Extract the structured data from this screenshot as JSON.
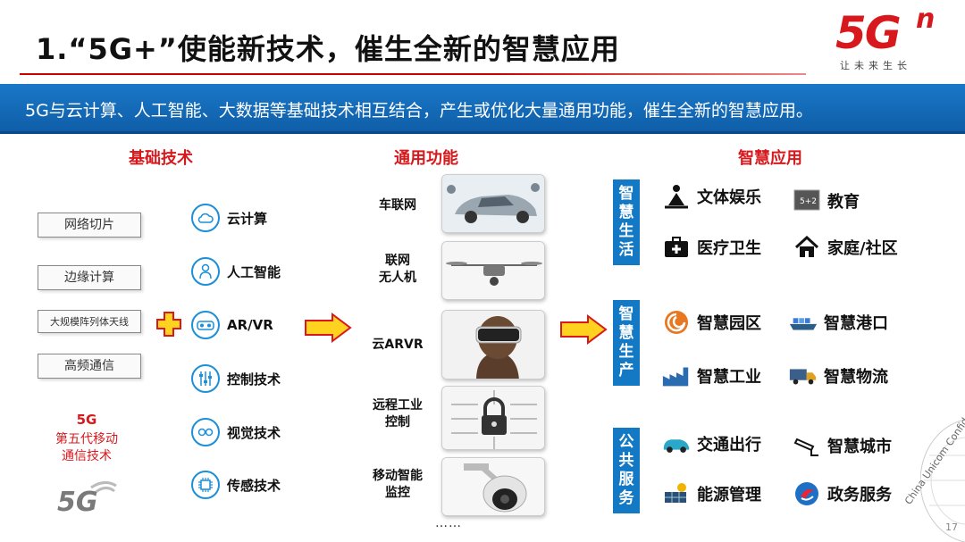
{
  "header": {
    "title": "1.“5G+”使能新技术，催生全新的智慧应用",
    "logo_main": "5G",
    "logo_sup": "n",
    "logo_slogan": "让未来生长"
  },
  "banner": {
    "text": "5G与云计算、人工智能、大数据等基础技术相互结合，产生或优化大量通用功能，催生全新的智慧应用。"
  },
  "columns": {
    "basic_tech": "基础技术",
    "general_functions": "通用功能",
    "smart_apps": "智慧应用"
  },
  "network_boxes": [
    "网络切片",
    "边缘计算",
    "大规模阵列体天线",
    "高频通信"
  ],
  "five_g": {
    "label": "5G",
    "sub_line1": "第五代移动",
    "sub_line2": "通信技术",
    "logo_text": "5G"
  },
  "techs": [
    {
      "label": "云计算",
      "icon": "cloud-icon"
    },
    {
      "label": "人工智能",
      "icon": "person-icon"
    },
    {
      "label": "AR/VR",
      "icon": "vr-headset-icon"
    },
    {
      "label": "控制技术",
      "icon": "sliders-icon"
    },
    {
      "label": "视觉技术",
      "icon": "eye-infinity-icon"
    },
    {
      "label": "传感技术",
      "icon": "chip-icon"
    }
  ],
  "functions": [
    {
      "line1": "车联网",
      "line2": ""
    },
    {
      "line1": "联网",
      "line2": "无人机"
    },
    {
      "line1": "云ARVR",
      "line2": ""
    },
    {
      "line1": "远程工业",
      "line2": "控制"
    },
    {
      "line1": "移动智能",
      "line2": "监控"
    }
  ],
  "more": "……",
  "groups": [
    {
      "tag": [
        "智",
        "慧",
        "生",
        "活"
      ],
      "apps": [
        "文体娱乐",
        "教育",
        "医疗卫生",
        "家庭/社区"
      ]
    },
    {
      "tag": [
        "智",
        "慧",
        "生",
        "产"
      ],
      "apps": [
        "智慧园区",
        "智慧港口",
        "智慧工业",
        "智慧物流"
      ]
    },
    {
      "tag": [
        "公",
        "共",
        "服",
        "务"
      ],
      "apps": [
        "交通出行",
        "智慧城市",
        "能源管理",
        "政务服务"
      ]
    }
  ],
  "footer": {
    "watermark": "China Unicom Confidential",
    "page": "17"
  },
  "colors": {
    "accent_red": "#d7191d",
    "banner_blue": "#1479c5",
    "arrow_yellow": "#ffd21f"
  }
}
